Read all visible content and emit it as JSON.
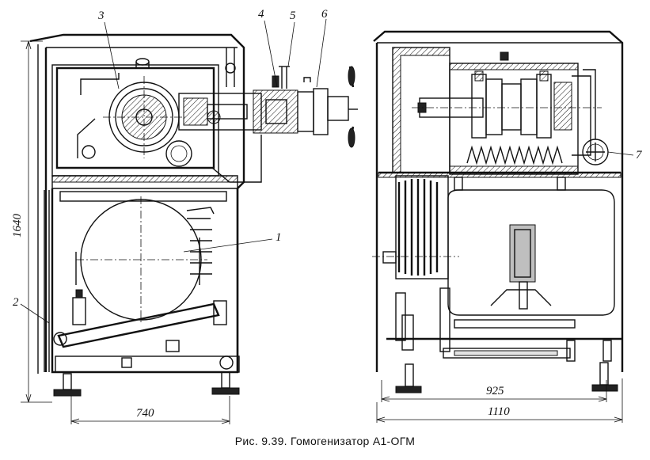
{
  "figure": {
    "caption": "Рис. 9.39. Гомогенизатор А1-ОГМ",
    "callouts": [
      "1",
      "2",
      "3",
      "4",
      "5",
      "6",
      "7"
    ],
    "dimensions": {
      "height": "1640",
      "width_left": "740",
      "width_inner": "925",
      "width_outer": "1110"
    }
  }
}
